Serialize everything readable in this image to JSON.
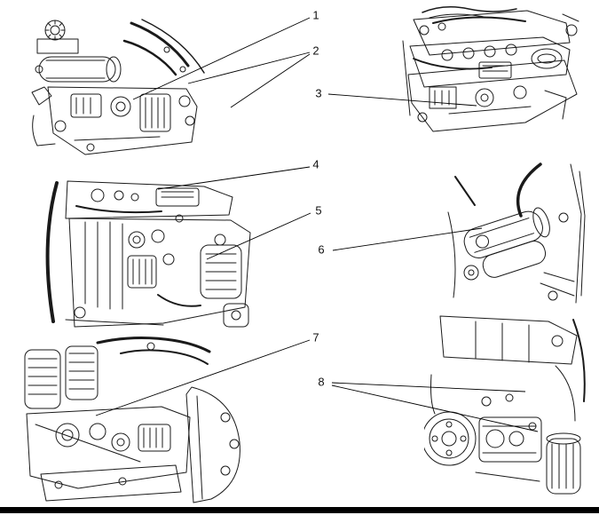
{
  "figure": {
    "callouts": [
      {
        "label": "1"
      },
      {
        "label": "2"
      },
      {
        "label": "3"
      },
      {
        "label": "4"
      },
      {
        "label": "5"
      },
      {
        "label": "6"
      },
      {
        "label": "7"
      },
      {
        "label": "8"
      }
    ]
  },
  "colors": {
    "line_art": "#1a1a1a",
    "leader_line": "#000000",
    "footer_bar": "#000000",
    "background": "#ffffff"
  }
}
